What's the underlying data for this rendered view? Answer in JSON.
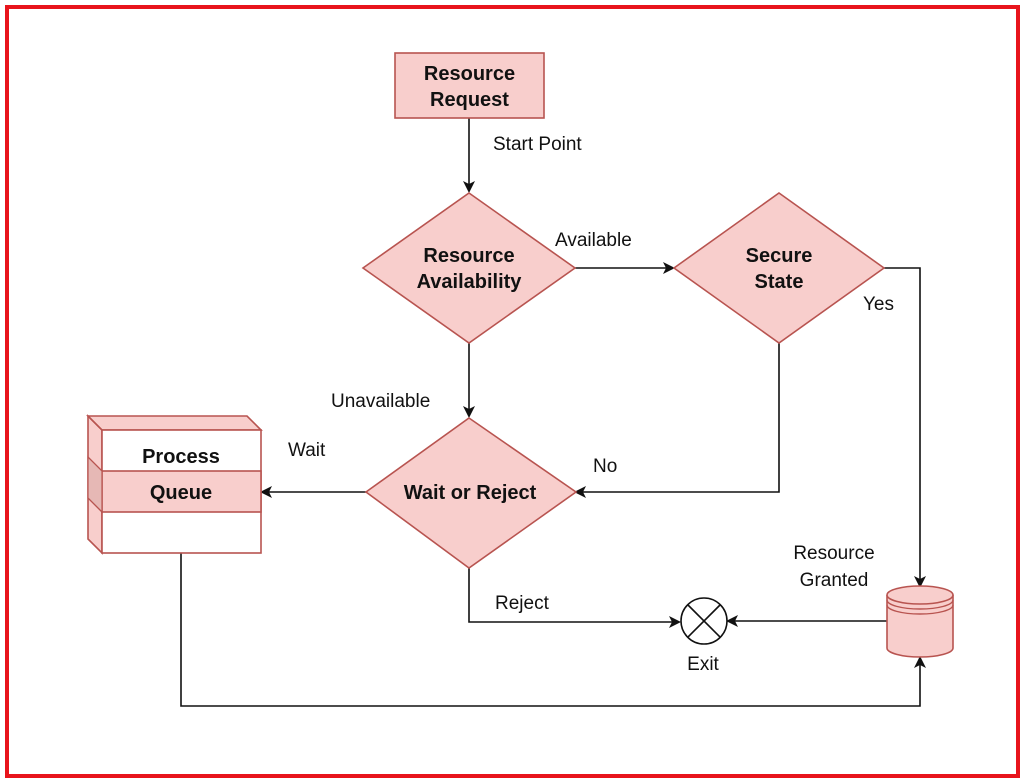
{
  "nodes": {
    "resource_request": [
      "Resource",
      "Request"
    ],
    "resource_availability": [
      "Resource",
      "Availability"
    ],
    "secure_state": [
      "Secure",
      "State"
    ],
    "wait_or_reject": "Wait or Reject",
    "process_queue": [
      "Process",
      "Queue"
    ],
    "exit": "Exit",
    "resource_granted": [
      "Resource",
      "Granted"
    ]
  },
  "edges": {
    "start_point": "Start Point",
    "available": "Available",
    "unavailable": "Unavailable",
    "yes": "Yes",
    "no": "No",
    "wait": "Wait",
    "reject": "Reject"
  },
  "colors": {
    "frame": "#e8141c",
    "shape_fill": "#f8cecc",
    "shape_stroke": "#b85450",
    "line": "#111111"
  }
}
